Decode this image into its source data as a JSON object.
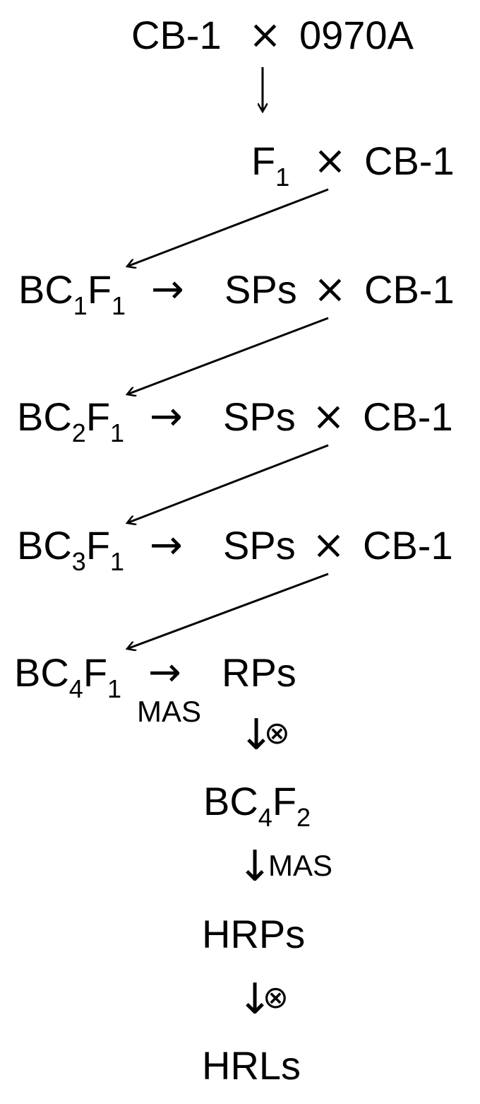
{
  "parents": {
    "recurrent": "CB-1",
    "cross_symbol": "×",
    "donor": "0970A"
  },
  "gen_f1": {
    "base": "F",
    "sub": "1",
    "cross_symbol": "×",
    "parent": "CB-1"
  },
  "bc_rows": [
    {
      "b1": "BC",
      "s1": "1",
      "b2": "F",
      "s2": "1",
      "arrow": "→",
      "selection": "SPs",
      "cross_symbol": "×",
      "parent": "CB-1"
    },
    {
      "b1": "BC",
      "s1": "2",
      "b2": "F",
      "s2": "1",
      "arrow": "→",
      "selection": "SPs",
      "cross_symbol": "×",
      "parent": "CB-1"
    },
    {
      "b1": "BC",
      "s1": "3",
      "b2": "F",
      "s2": "1",
      "arrow": "→",
      "selection": "SPs",
      "cross_symbol": "×",
      "parent": "CB-1"
    }
  ],
  "bc4_row": {
    "b1": "BC",
    "s1": "4",
    "b2": "F",
    "s2": "1",
    "arrow": "→",
    "method": "MAS",
    "selection": "RPs"
  },
  "step_self_1": {
    "arrow": "↓",
    "symbol": "⊗"
  },
  "bc4f2": {
    "b1": "BC",
    "s1": "4",
    "b2": "F",
    "s2": "2"
  },
  "step_mas": {
    "arrow": "↓",
    "method": "MAS"
  },
  "hrps": "HRPs",
  "step_self_2": {
    "arrow": "↓",
    "symbol": "⊗"
  },
  "hrls": "HRLs"
}
